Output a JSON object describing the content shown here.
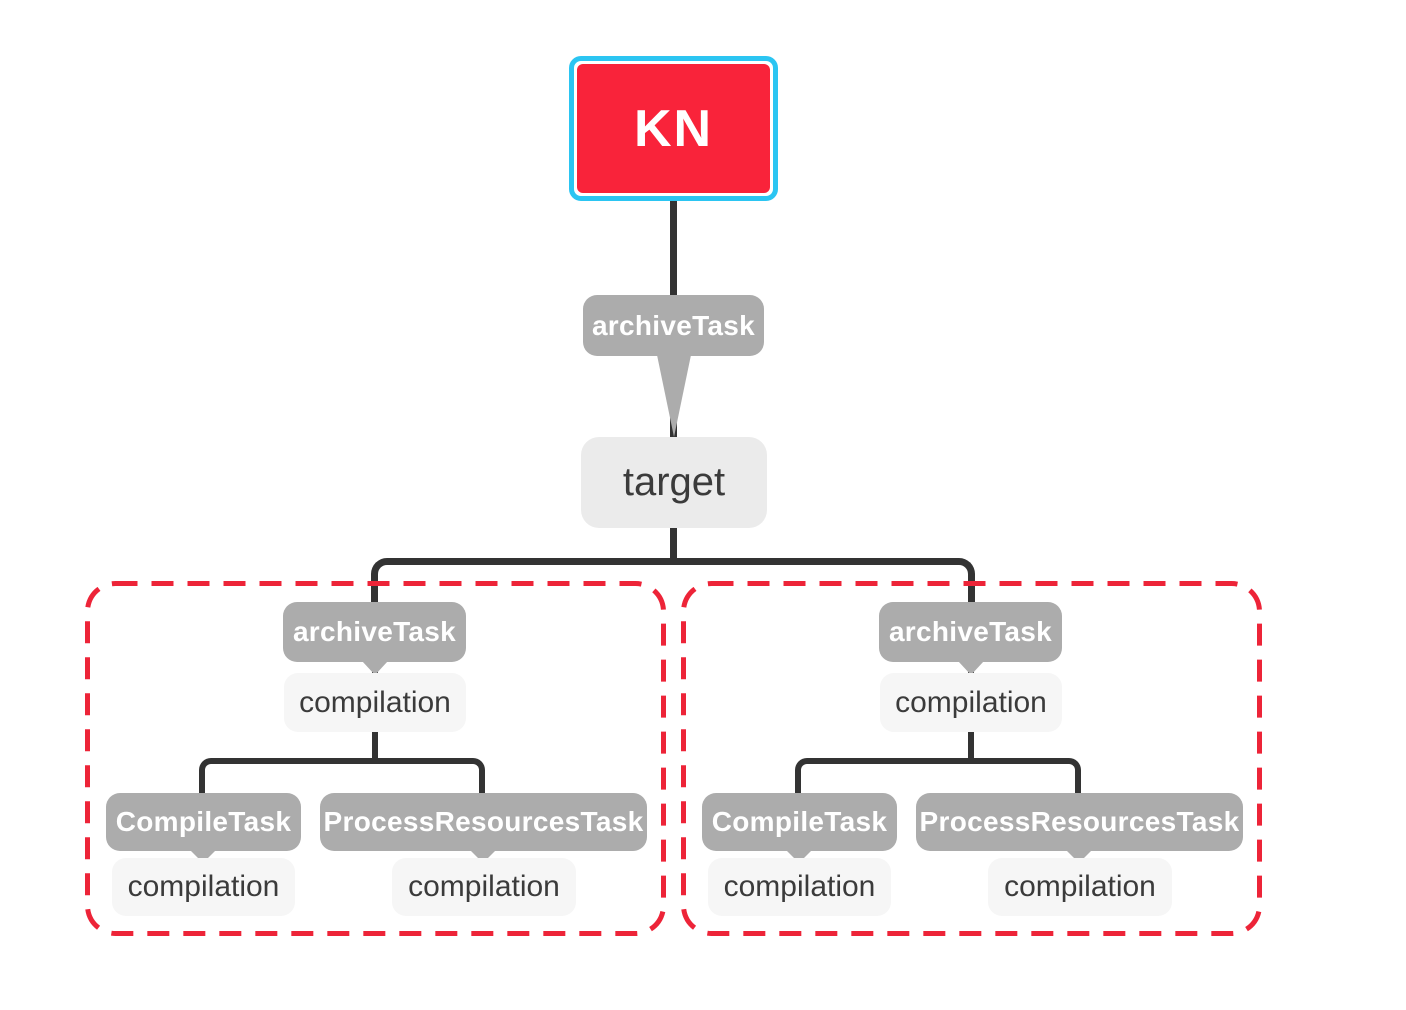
{
  "root": {
    "label": "KN"
  },
  "root_edge": {
    "label": "archiveTask"
  },
  "target": {
    "label": "target"
  },
  "groups": [
    {
      "archive_task_label": "archiveTask",
      "compilation_label": "compilation",
      "children": [
        {
          "task_label": "CompileTask",
          "node_label": "compilation"
        },
        {
          "task_label": "ProcessResourcesTask",
          "node_label": "compilation"
        }
      ]
    },
    {
      "archive_task_label": "archiveTask",
      "compilation_label": "compilation",
      "children": [
        {
          "task_label": "CompileTask",
          "node_label": "compilation"
        },
        {
          "task_label": "ProcessResourcesTask",
          "node_label": "compilation"
        }
      ]
    }
  ],
  "colors": {
    "root_fill": "#f9233a",
    "root_border": "#2bc5f2",
    "edge_label_bg": "#acacac",
    "node_bg": "#f6f6f6",
    "target_bg": "#ebebeb",
    "connector_line": "#333333",
    "group_dashed_border": "#ed2438",
    "text_dark": "#3b3b3b",
    "text_light": "#ffffff"
  }
}
